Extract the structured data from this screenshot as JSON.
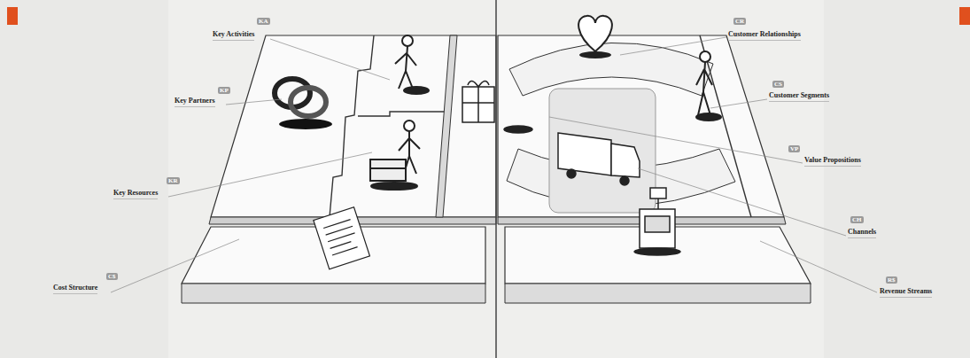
{
  "diagram": {
    "labels": [
      "KA",
      "Key Activities",
      "KP",
      "Key Partners",
      "KR",
      "Key Resources",
      "C$",
      "Cost Structure",
      "CR",
      "Customer Relationships",
      "CS",
      "Customer Segments",
      "VP",
      "Value Propositions",
      "CH",
      "Channels",
      "R$",
      "Revenue Streams"
    ]
  }
}
